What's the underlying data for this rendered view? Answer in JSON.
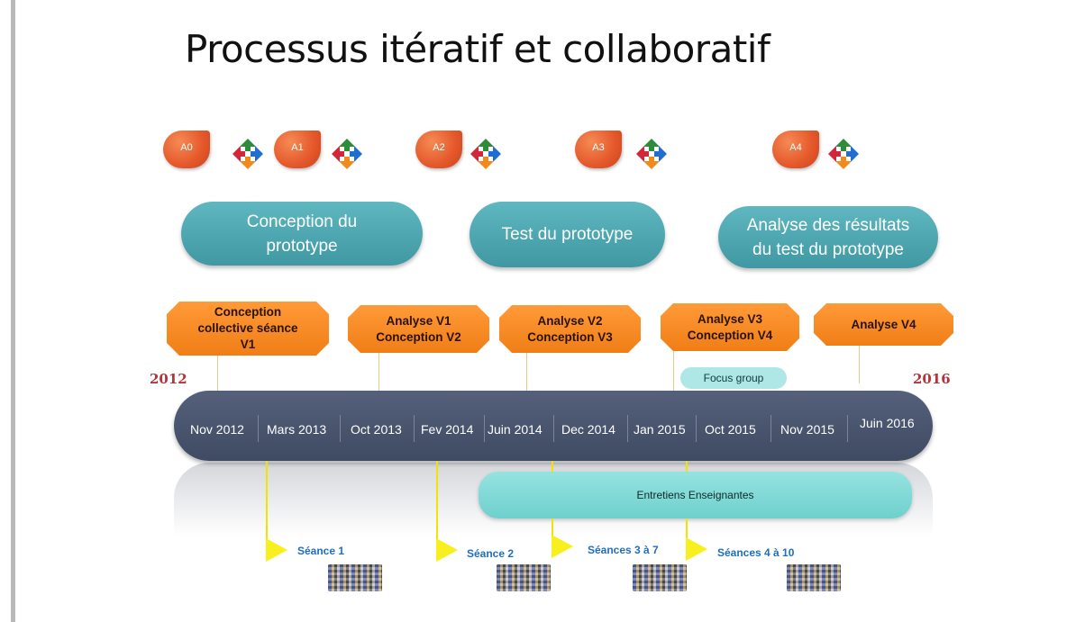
{
  "title": "Processus itératif et collaboratif",
  "activities": [
    "A0",
    "A1",
    "A2",
    "A3",
    "A4"
  ],
  "phases": [
    "Conception du\nprototype",
    "Test du prototype",
    "Analyse des résultats\ndu test du prototype"
  ],
  "milestones": [
    "Conception\ncollective séance\nV1",
    "Analyse V1\nConception V2",
    "Analyse V2\nConception V3",
    "Analyse V3\nConception V4",
    "Analyse V4"
  ],
  "years": {
    "start": "2012",
    "end": "2016"
  },
  "focus_group": "Focus group",
  "timeline_dates": [
    "Nov 2012",
    "Mars 2013",
    "Oct 2013",
    "Fev 2014",
    "Juin 2014",
    "Dec 2014",
    "Jan 2015",
    "Oct 2015",
    "Nov 2015",
    "Juin 2016"
  ],
  "interviews": "Entretiens Enseignantes",
  "sessions": [
    "Séance 1",
    "Séance 2",
    "Séances 3 à 7",
    "Séances 4 à 10"
  ],
  "colors": {
    "activity": "#e4572a",
    "phase": "#4aa3ad",
    "milestone": "#f58a24",
    "timeline": "#4a5570",
    "interviews": "#7fd8d5",
    "flag": "#f7ef1e",
    "year": "#b5343c",
    "session_text": "#1e6fc1"
  }
}
